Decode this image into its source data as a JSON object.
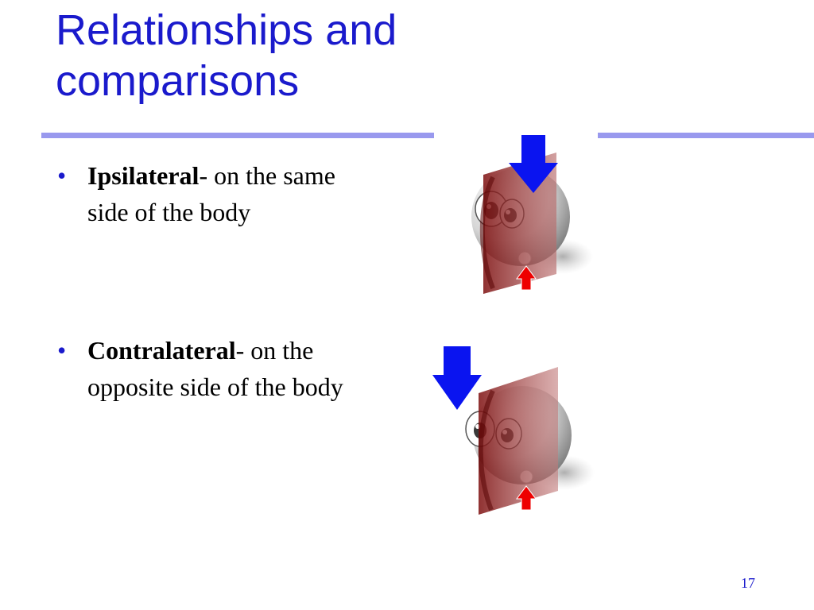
{
  "slide": {
    "title": "Relationships and comparisons",
    "page_number": "17"
  },
  "bullets": [
    {
      "term": "Ipsilateral",
      "definition": "- on the same side of the body"
    },
    {
      "term": "Contralateral",
      "definition": "- on the opposite side of the body"
    }
  ],
  "illustrations": [
    {
      "icon": "ipsilateral-head-plane-icon",
      "arrow_color": "#0a14f0",
      "marker_color": "#ee0000",
      "plane_color": "#8a1212"
    },
    {
      "icon": "contralateral-head-plane-icon",
      "arrow_color": "#0a14f0",
      "marker_color": "#ee0000",
      "plane_color": "#8a1212"
    }
  ],
  "colors": {
    "title": "#1a1acc",
    "rule": "#9999ee",
    "bullet": "#1a1acc"
  }
}
